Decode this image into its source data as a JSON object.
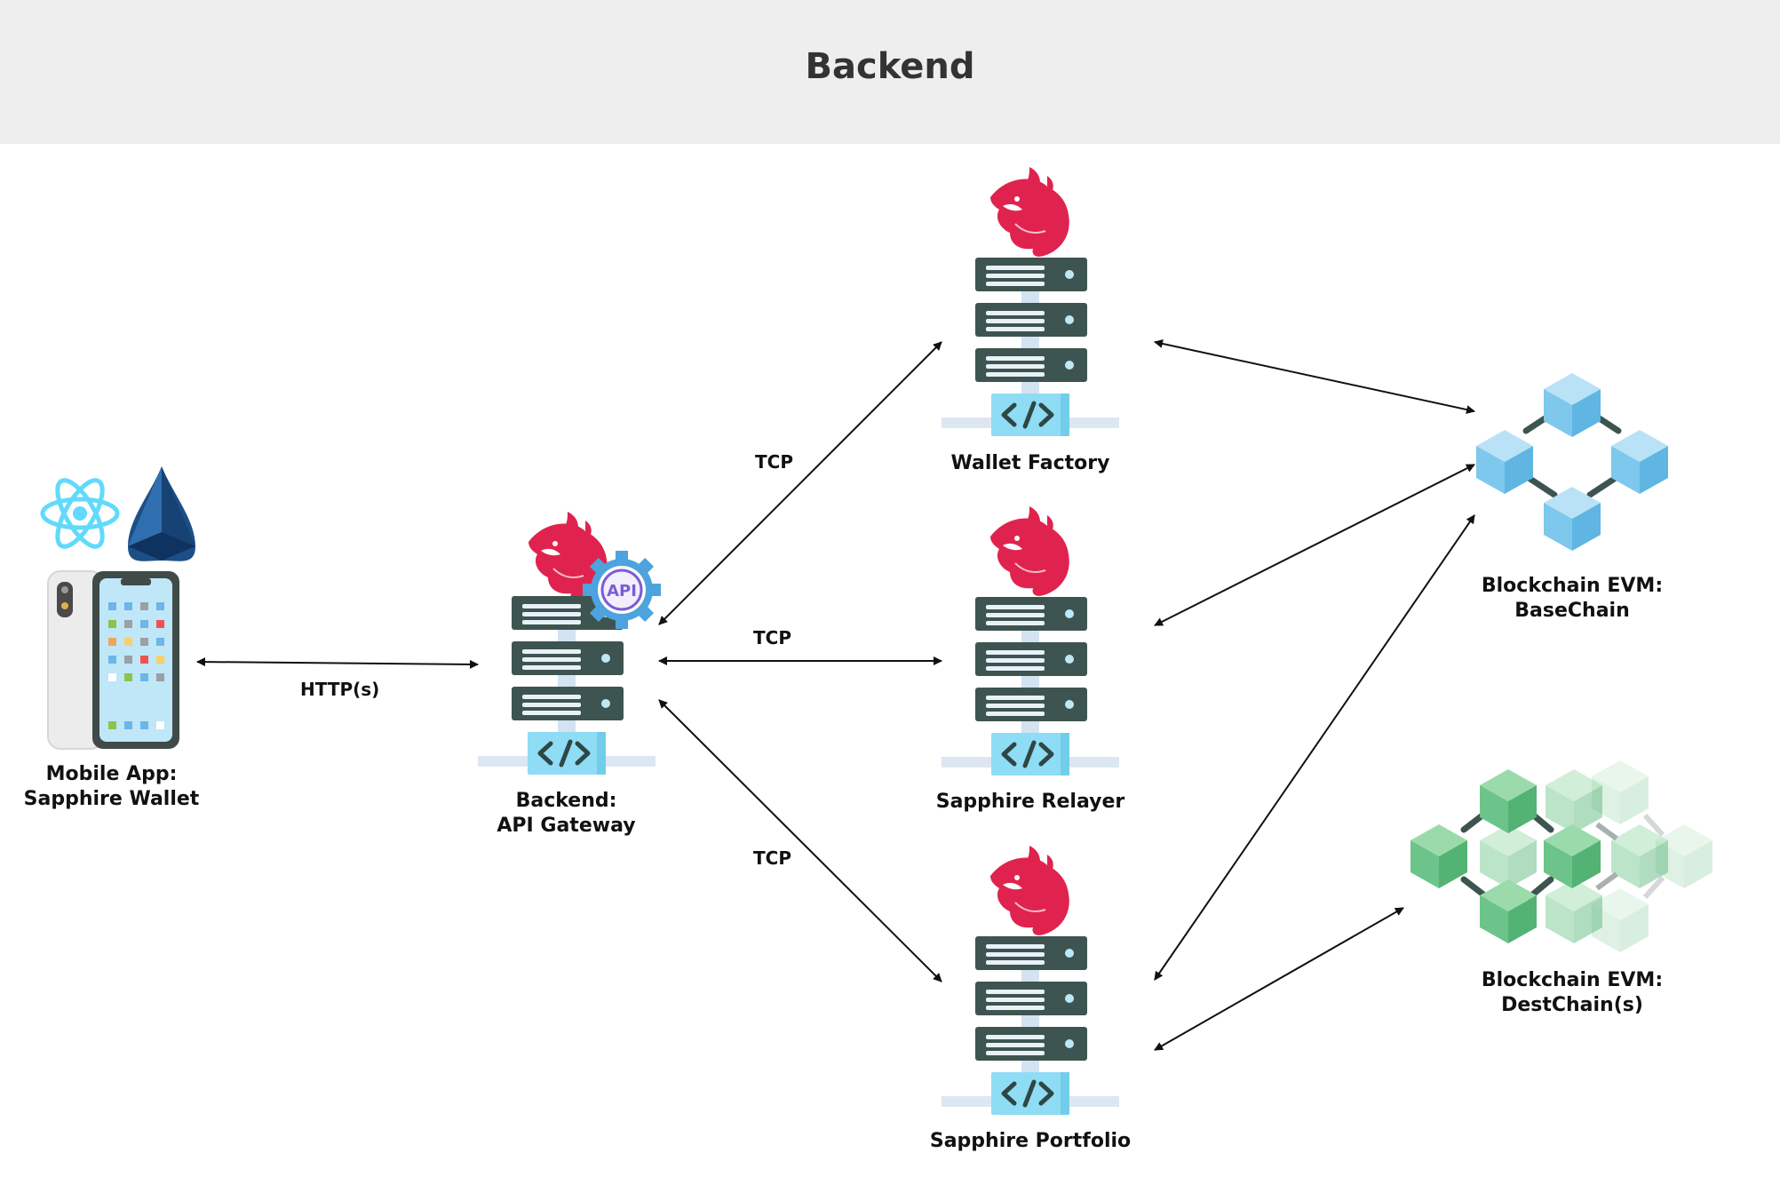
{
  "page": {
    "title": "Backend"
  },
  "nodes": {
    "mobile_app": {
      "line1": "Mobile App:",
      "line2": "Sapphire Wallet"
    },
    "api_gateway": {
      "line1": "Backend:",
      "line2": "API Gateway",
      "badge": "API"
    },
    "wallet_factory": {
      "line1": "Wallet Factory"
    },
    "sapphire_relayer": {
      "line1": "Sapphire Relayer"
    },
    "sapphire_portfolio": {
      "line1": "Sapphire Portfolio"
    },
    "basechain": {
      "line1": "Blockchain EVM:",
      "line2": "BaseChain"
    },
    "destchain": {
      "line1": "Blockchain EVM:",
      "line2": "DestChain(s)"
    }
  },
  "edges": [
    {
      "from": "mobile_app",
      "to": "api_gateway",
      "label": "HTTP(s)"
    },
    {
      "from": "api_gateway",
      "to": "wallet_factory",
      "label": "TCP"
    },
    {
      "from": "api_gateway",
      "to": "sapphire_relayer",
      "label": "TCP"
    },
    {
      "from": "api_gateway",
      "to": "sapphire_portfolio",
      "label": "TCP"
    },
    {
      "from": "wallet_factory",
      "to": "basechain",
      "label": ""
    },
    {
      "from": "sapphire_relayer",
      "to": "basechain",
      "label": ""
    },
    {
      "from": "sapphire_portfolio",
      "to": "basechain",
      "label": ""
    },
    {
      "from": "sapphire_portfolio",
      "to": "destchain",
      "label": ""
    }
  ],
  "colors": {
    "header_bg": "#eeeeee",
    "server_dark": "#3e5450",
    "server_light": "#cfe0f0",
    "code_box": "#8fdcf5",
    "nest_red": "#e0234e",
    "react_blue": "#61dafb",
    "cube_blue": "#7dc8ec",
    "cube_green": "#6cc48a",
    "arrow": "#111111"
  },
  "icons": [
    "nestjs-logo-icon",
    "server-icon",
    "code-icon",
    "api-gear-icon",
    "react-logo-icon",
    "droplet-logo-icon",
    "smartphone-icon",
    "blockchain-cubes-icon"
  ]
}
